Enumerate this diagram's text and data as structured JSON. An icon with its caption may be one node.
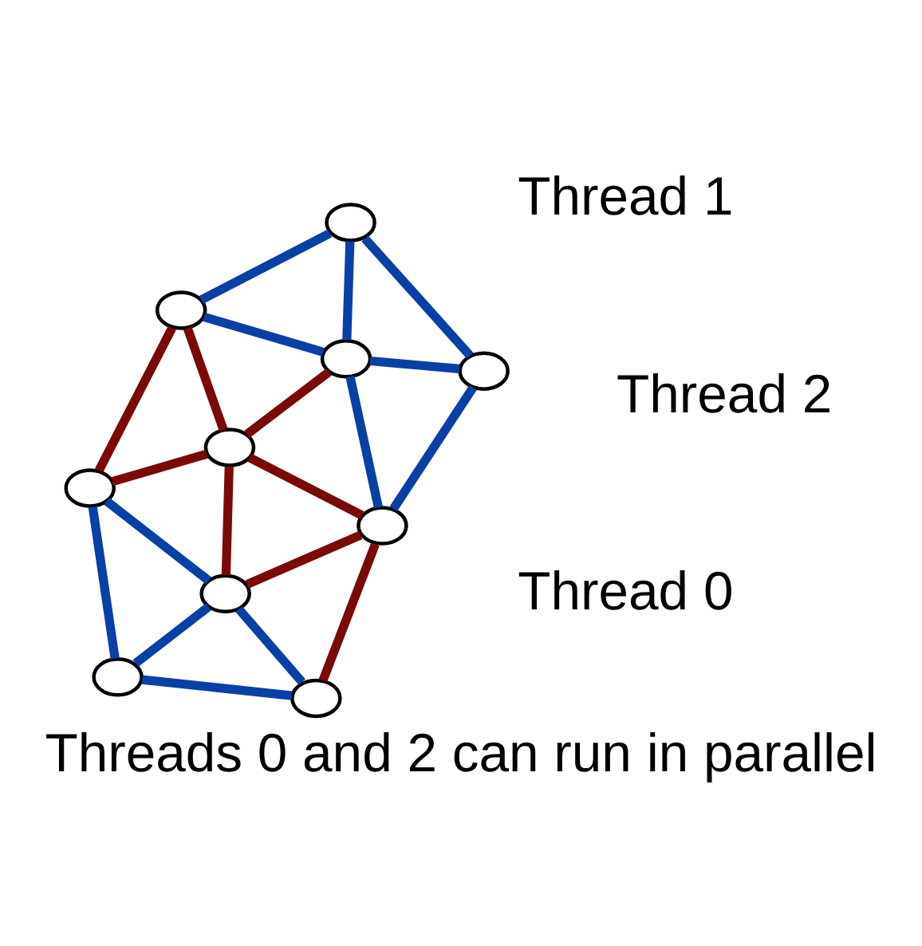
{
  "diagram": {
    "caption": "Threads 0 and 2 can run in parallel",
    "nodes": [
      {
        "text": [],
        "shape": "circle"
      },
      {
        "text": [],
        "shape": "circle"
      },
      {
        "text": [],
        "shape": "circle"
      },
      {
        "text": [],
        "shape": "circle"
      },
      {
        "text": [],
        "shape": "circle"
      },
      {
        "text": [],
        "shape": "circle"
      },
      {
        "text": [],
        "shape": "circle"
      },
      {
        "text": [],
        "shape": "circle"
      },
      {
        "text": [],
        "shape": "circle"
      },
      {
        "text": [],
        "shape": "circle"
      }
    ],
    "edges": [
      {
        "from": 0,
        "to": 1,
        "arrow": "none"
      },
      {
        "from": 0,
        "to": 2,
        "arrow": "none"
      },
      {
        "from": 0,
        "to": 4,
        "arrow": "none"
      },
      {
        "from": 2,
        "to": 1,
        "arrow": "none"
      },
      {
        "from": 2,
        "to": 4,
        "arrow": "none"
      },
      {
        "from": 4,
        "to": 7,
        "arrow": "none"
      },
      {
        "from": 2,
        "to": 7,
        "arrow": "none"
      },
      {
        "from": 1,
        "to": 5,
        "arrow": "none",
        "color": "#7a0a0a"
      },
      {
        "from": 1,
        "to": 3,
        "arrow": "none",
        "color": "#7a0a0a"
      },
      {
        "from": 2,
        "to": 5,
        "arrow": "none",
        "color": "#7a0a0a"
      },
      {
        "from": 5,
        "to": 3,
        "arrow": "none",
        "color": "#7a0a0a"
      },
      {
        "from": 5,
        "to": 6,
        "arrow": "none",
        "color": "#7a0a0a"
      },
      {
        "from": 5,
        "to": 7,
        "arrow": "none",
        "color": "#7a0a0a"
      },
      {
        "from": 7,
        "to": 6,
        "arrow": "none",
        "color": "#7a0a0a"
      },
      {
        "from": 7,
        "to": 9,
        "arrow": "none",
        "color": "#7a0a0a"
      },
      {
        "from": 3,
        "to": 6,
        "arrow": "none"
      },
      {
        "from": 3,
        "to": 8,
        "arrow": "none"
      },
      {
        "from": 6,
        "to": 8,
        "arrow": "none"
      },
      {
        "from": 6,
        "to": 9,
        "arrow": "none"
      },
      {
        "from": 9,
        "to": 8,
        "arrow": "none"
      }
    ],
    "labels": [
      "Thread 0",
      "Thread 1",
      "Thread 2"
    ]
  }
}
